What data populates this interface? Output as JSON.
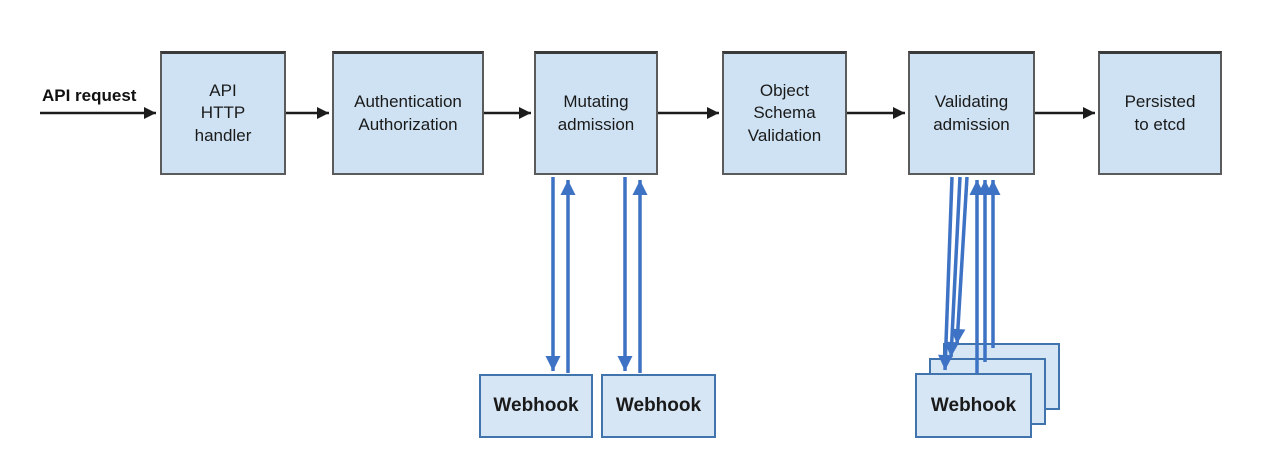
{
  "diagram": {
    "flow_label": "API request",
    "stages": [
      {
        "id": "api-http-handler",
        "label": "API\nHTTP\nhandler"
      },
      {
        "id": "authentication-authorization",
        "label": "Authentication\nAuthorization"
      },
      {
        "id": "mutating-admission",
        "label": "Mutating\nadmission"
      },
      {
        "id": "object-schema-validation",
        "label": "Object\nSchema\nValidation"
      },
      {
        "id": "validating-admission",
        "label": "Validating\nadmission"
      },
      {
        "id": "persisted-to-etcd",
        "label": "Persisted\nto etcd"
      }
    ],
    "webhooks": {
      "mutating": [
        "Webhook",
        "Webhook"
      ],
      "validating": [
        "Webhook"
      ]
    },
    "colors": {
      "box_fill": "#cfe2f3",
      "box_border": "#5b5b5b",
      "webhook_fill": "#d7e6f5",
      "webhook_border": "#4173ac",
      "arrow_blue": "#3d72c4",
      "arrow_black": "#1c1c1c"
    }
  }
}
